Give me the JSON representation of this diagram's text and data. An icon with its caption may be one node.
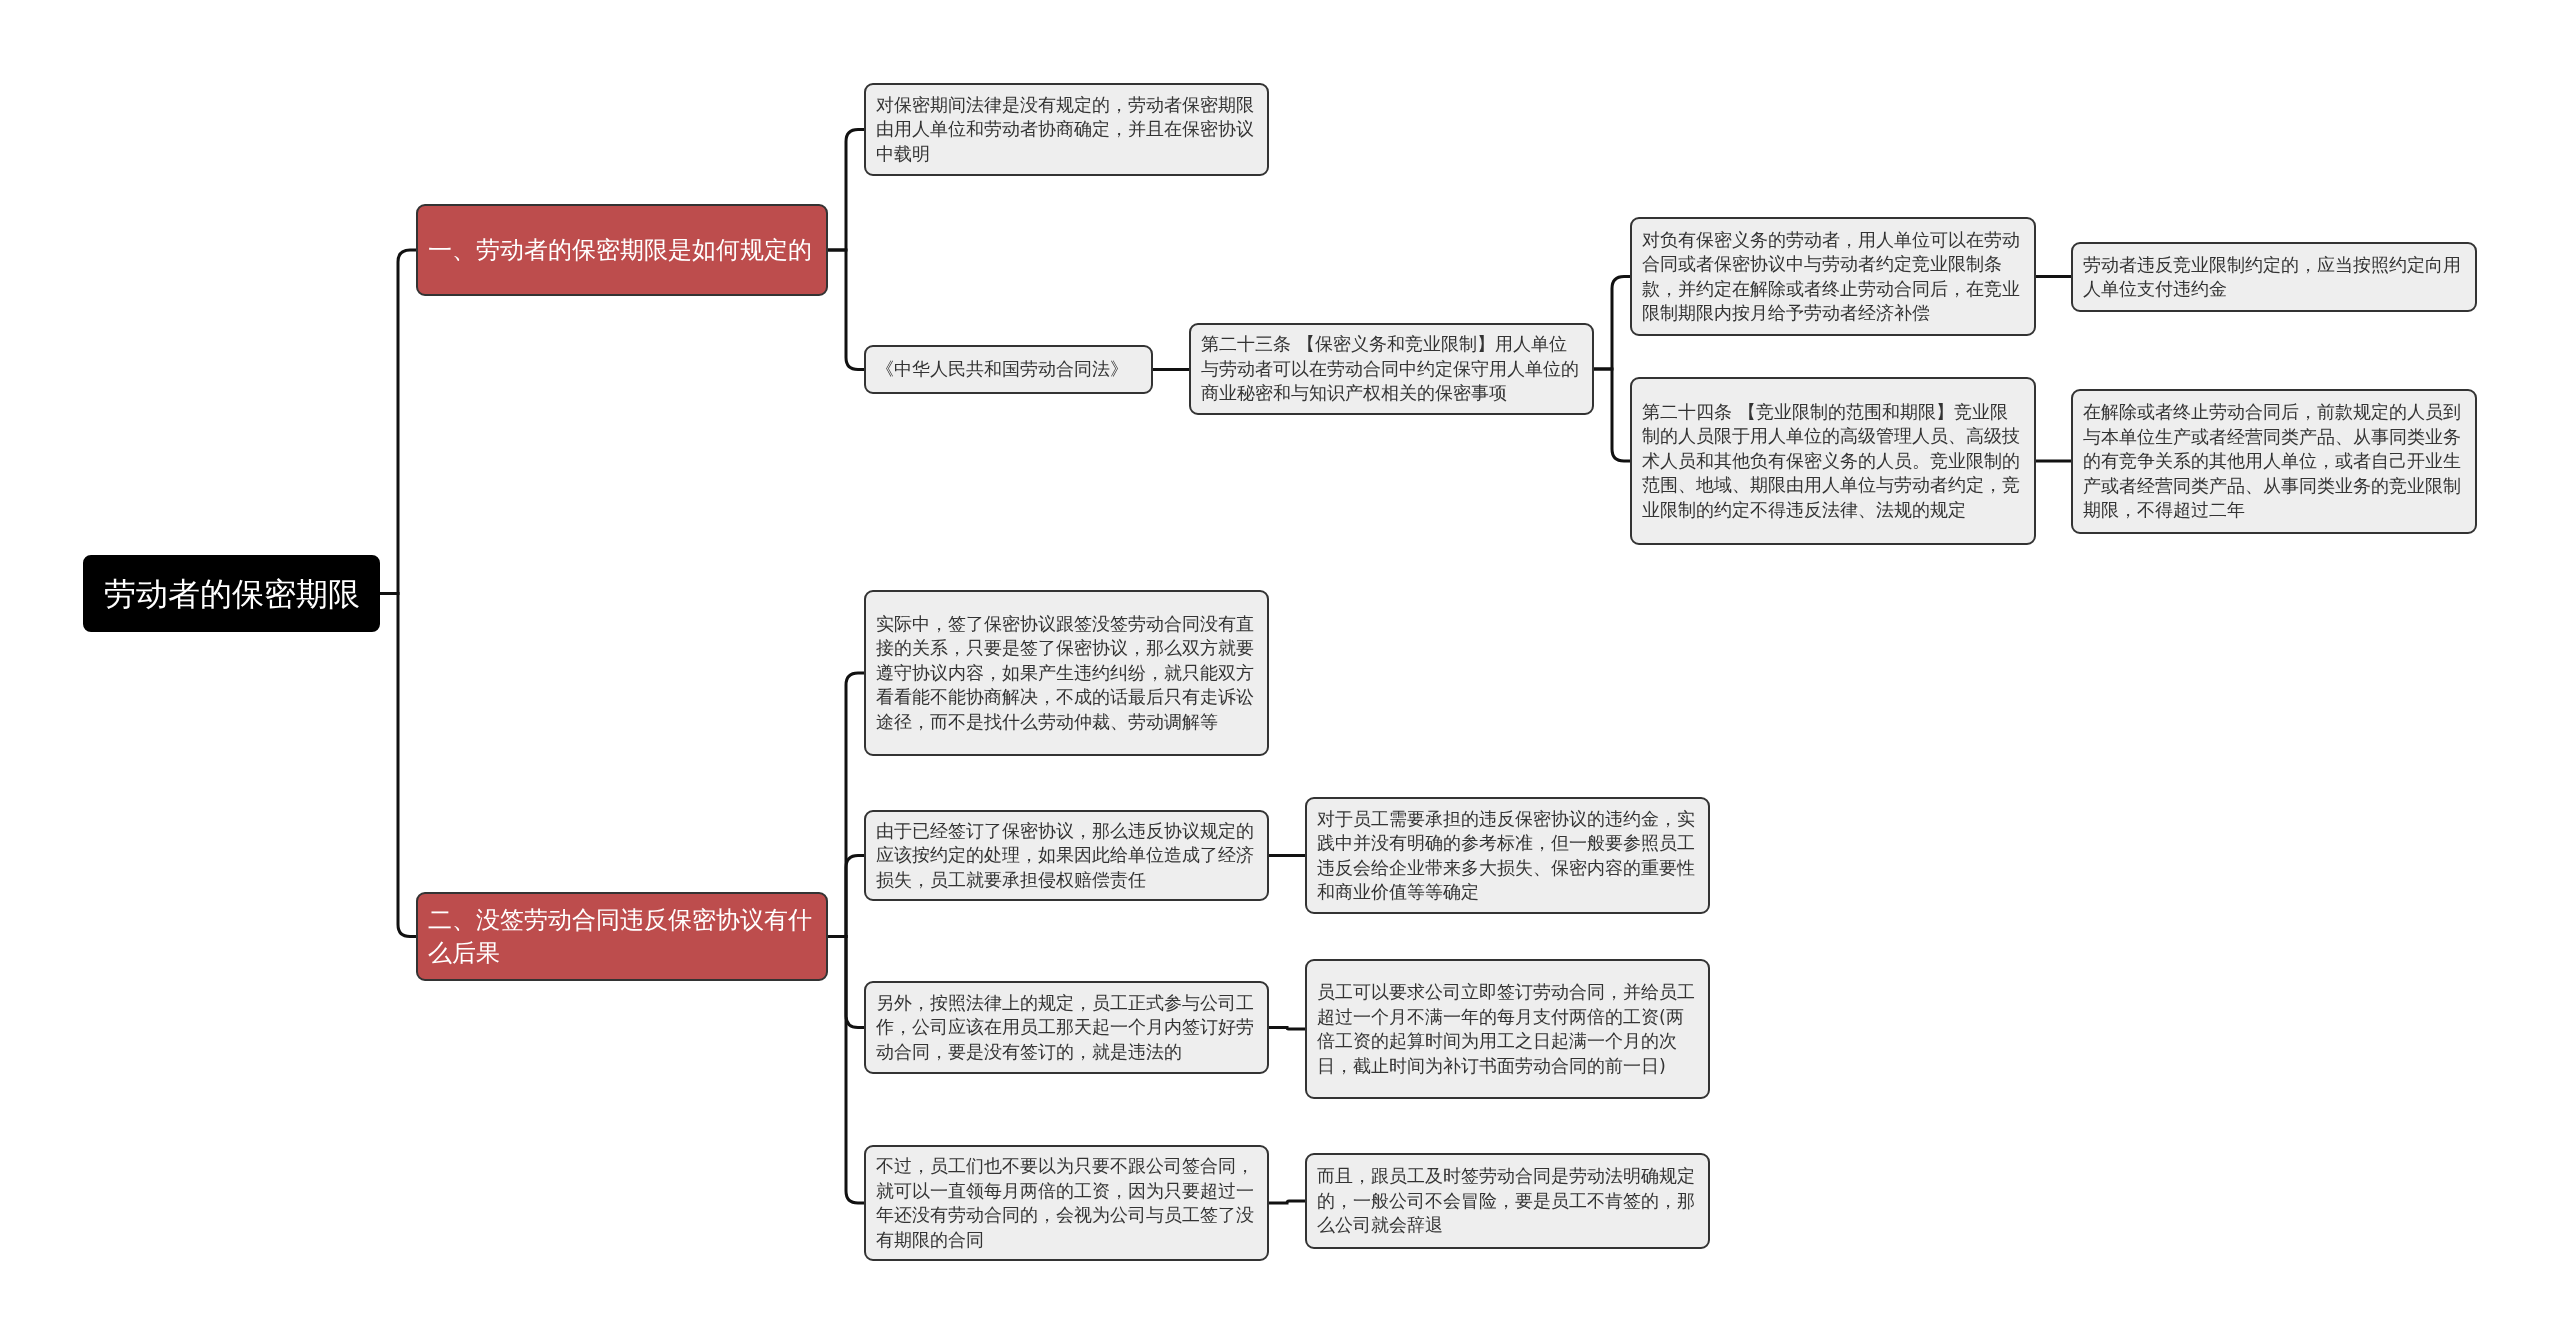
{
  "diagram": {
    "nodes": [
      {
        "text": [
          "劳动者的保密期限"
        ]
      },
      {
        "text": [
          "一、劳动者的保密期限是如何规定的"
        ]
      },
      {
        "text": [
          "对保密期间法律是没有规定的，劳动者保密期限由用人单位和劳动者协商确定，并且在保密协议中载明"
        ]
      },
      {
        "text": [
          "《中华人民共和国劳动合同法》"
        ]
      },
      {
        "text": [
          "第二十三条 【保密义务和竞业限制】用人单位与劳动者可以在劳动合同中约定保守用人单位的商业秘密和与知识产权相关的保密事项"
        ]
      },
      {
        "text": [
          "对负有保密义务的劳动者，用人单位可以在劳动合同或者保密协议中与劳动者约定竞业限制条款，并约定在解除或者终止劳动合同后，在竞业限制期限内按月给予劳动者经济补偿"
        ]
      },
      {
        "text": [
          "劳动者违反竞业限制约定的，应当按照约定向用人单位支付违约金"
        ]
      },
      {
        "text": [
          "第二十四条 【竞业限制的范围和期限】竞业限制的人员限于用人单位的高级管理人员、高级技术人员和其他负有保密义务的人员。竞业限制的范围、地域、期限由用人单位与劳动者约定，竞业限制的约定不得违反法律、法规的规定"
        ]
      },
      {
        "text": [
          "在解除或者终止劳动合同后，前款规定的人员到与本单位生产或者经营同类产品、从事同类业务的有竞争关系的其他用人单位，或者自己开业生产或者经营同类产品、从事同类业务的竞业限制期限，不得超过二年"
        ]
      },
      {
        "text": [
          "二、没签劳动合同违反保密协议有什么后果"
        ]
      },
      {
        "text": [
          "实际中，签了保密协议跟签没签劳动合同没有直接的关系，只要是签了保密协议，那么双方就要遵守协议内容，如果产生违约纠纷，就只能双方看看能不能协商解决，不成的话最后只有走诉讼途径，而不是找什么劳动仲裁、劳动调解等"
        ]
      },
      {
        "text": [
          "由于已经签订了保密协议，那么违反协议规定的应该按约定的处理，如果因此给单位造成了经济损失，员工就要承担侵权赔偿责任"
        ]
      },
      {
        "text": [
          "对于员工需要承担的违反保密协议的违约金，实践中并没有明确的参考标准，但一般要参照员工违反会给企业带来多大损失、保密内容的重要性和商业价值等等确定"
        ]
      },
      {
        "text": [
          "另外，按照法律上的规定，员工正式参与公司工作，公司应该在用员工那天起一个月内签订好劳动合同，要是没有签订的，就是违法的"
        ]
      },
      {
        "text": [
          "员工可以要求公司立即签订劳动合同，并给员工超过一个月不满一年的每月支付两倍的工资(两倍工资的起算时间为用工之日起满一个月的次日，截止时间为补订书面劳动合同的前一日)"
        ]
      },
      {
        "text": [
          "不过，员工们也不要以为只要不跟公司签合同，就可以一直领每月两倍的工资，因为只要超过一年还没有劳动合同的，会视为公司与员工签了没有期限的合同"
        ]
      },
      {
        "text": [
          "而且，跟员工及时签劳动合同是劳动法明确规定的，一般公司不会冒险，要是员工不肯签的，那么公司就会辞退"
        ]
      }
    ],
    "edges": [
      {
        "from": 0,
        "to": 1,
        "arrow": "none"
      },
      {
        "from": 0,
        "to": 9,
        "arrow": "none"
      },
      {
        "from": 1,
        "to": 2,
        "arrow": "none"
      },
      {
        "from": 1,
        "to": 3,
        "arrow": "none"
      },
      {
        "from": 3,
        "to": 4,
        "arrow": "none"
      },
      {
        "from": 4,
        "to": 5,
        "arrow": "none"
      },
      {
        "from": 4,
        "to": 7,
        "arrow": "none"
      },
      {
        "from": 5,
        "to": 6,
        "arrow": "none"
      },
      {
        "from": 7,
        "to": 8,
        "arrow": "none"
      },
      {
        "from": 9,
        "to": 10,
        "arrow": "none"
      },
      {
        "from": 9,
        "to": 11,
        "arrow": "none"
      },
      {
        "from": 9,
        "to": 13,
        "arrow": "none"
      },
      {
        "from": 9,
        "to": 15,
        "arrow": "none"
      },
      {
        "from": 11,
        "to": 12,
        "arrow": "none"
      },
      {
        "from": 13,
        "to": 14,
        "arrow": "none"
      },
      {
        "from": 15,
        "to": 16,
        "arrow": "none"
      }
    ]
  }
}
